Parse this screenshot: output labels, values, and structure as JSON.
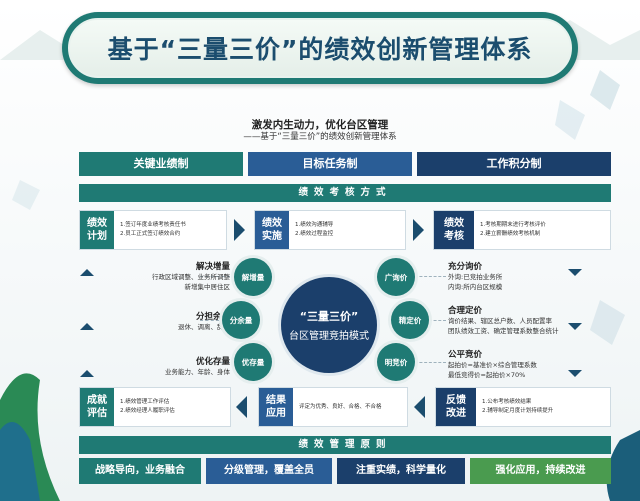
{
  "title": "基于“三量三价”的绩效创新管理体系",
  "subtitle_line1": "激发内生动力，优化台区管理",
  "subtitle_line2": "——基于“三量三价”的绩效创新管理体系",
  "top_categories": [
    "关键业绩制",
    "目标任务制",
    "工作积分制"
  ],
  "assessment_method_title": "绩效考核方式",
  "management_principles_title": "绩效管理原则",
  "steps": {
    "plan": {
      "label": [
        "绩效",
        "计划"
      ],
      "items": [
        "1.签订年度业绩考核责任书",
        "2.员工正式签订绩效合约"
      ]
    },
    "implement": {
      "label": [
        "绩效",
        "实施"
      ],
      "items": [
        "1.绩效沟通辅导",
        "2.绩效过程监控"
      ]
    },
    "assess": {
      "label": [
        "绩效",
        "考核"
      ],
      "items": [
        "1.考核期期末进行考核评价",
        "2.建立薪酬绩效考核机制"
      ]
    },
    "evaluate": {
      "label": [
        "成就",
        "评估"
      ],
      "items": [
        "1.绩效管理工作评估",
        "2.绩效经理人履职评估"
      ]
    },
    "apply": {
      "label": [
        "结果",
        "应用"
      ],
      "items": [
        "评定为优秀、良好、合格、不合格"
      ]
    },
    "feedback": {
      "label": [
        "反馈",
        "改进"
      ],
      "items": [
        "1.公布考核绩效结果",
        "2.辅导制定月度计划持续提升"
      ]
    }
  },
  "center": {
    "line1": "“三量三价”",
    "line2": "台区管理竞拍模式"
  },
  "left_nodes": [
    {
      "pill": "解增量",
      "title": "解决增量",
      "desc": [
        "行政区域调整、业务所调整",
        "新增集中居住区"
      ]
    },
    {
      "pill": "分余量",
      "title": "分担余量",
      "desc": [
        "退休、调离、辞职"
      ]
    },
    {
      "pill": "优存量",
      "title": "优化存量",
      "desc": [
        "业务能力、年龄、身体"
      ]
    }
  ],
  "right_nodes": [
    {
      "pill": "广询价",
      "title": "充分询价",
      "desc": [
        "外询:已竞拍业务所",
        "内询:所内台区规模"
      ]
    },
    {
      "pill": "精定价",
      "title": "合理定价",
      "desc": [
        "询价结果、辖区总户数、人员配置率",
        "团队绩效工资、确定管理系数整合统计"
      ]
    },
    {
      "pill": "明竞价",
      "title": "公平竞价",
      "desc": [
        "起拍价=基准价×综合管理系数",
        "最低竞得价=起拍价×70%"
      ]
    }
  ],
  "principles": [
    "战略导向，业务融合",
    "分级管理，覆盖全员",
    "注重实绩，科学量化",
    "强化应用，持续改进"
  ],
  "colors": {
    "teal": "#1f7a74",
    "blue": "#2a5d96",
    "navy": "#1b3f6b",
    "green": "#4a9b4f"
  }
}
